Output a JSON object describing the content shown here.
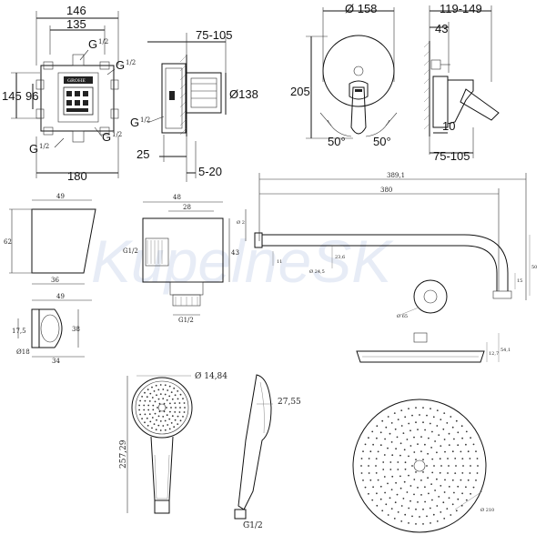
{
  "watermark": "KupelneSK",
  "valve_front": {
    "w146": "146",
    "w135": "135",
    "w180": "180",
    "h145": "145",
    "h96": "96",
    "g_top": "G",
    "g_right": "G",
    "g_bl": "G",
    "g_br": "G",
    "half": "1/2",
    "brand": "GROHE"
  },
  "valve_side": {
    "d75_105": "75-105",
    "d138": "Ø138",
    "d25": "25",
    "d5_20": "5-20",
    "g_left": "G"
  },
  "mixer_front": {
    "d158": "Ø 158",
    "h205": "205",
    "a50l": "50°",
    "a50r": "50°"
  },
  "mixer_side": {
    "d119_149": "119-149",
    "d43": "43",
    "d10": "10",
    "d75_105": "75-105"
  },
  "wall_bracket_top": {
    "w49": "49",
    "h62": "62",
    "w36": "36"
  },
  "wall_bracket_bottom": {
    "w49": "49",
    "h38": "38",
    "w34": "34",
    "d15": "17,5",
    "d18": "Ø18"
  },
  "elbow": {
    "w48": "48",
    "w28": "28",
    "h43": "43",
    "g_left": "G1/2",
    "g_bottom": "G1/2"
  },
  "arm": {
    "total": "389,1",
    "len": "380",
    "d_top": "Ø 2",
    "d_tube": "Ø 24,5",
    "d_flange": "Ø 65",
    "h_right": "50",
    "h_small": "15",
    "h_left": "11",
    "h_pipe": "23,6"
  },
  "head_side": {
    "h12": "12,7",
    "h54": "54,1"
  },
  "hand_shower": {
    "d_face": "Ø 14,84",
    "h_total": "257,29",
    "depth": "27,55",
    "thread": "G1/2"
  },
  "head_top": {
    "d210": "Ø 210"
  }
}
